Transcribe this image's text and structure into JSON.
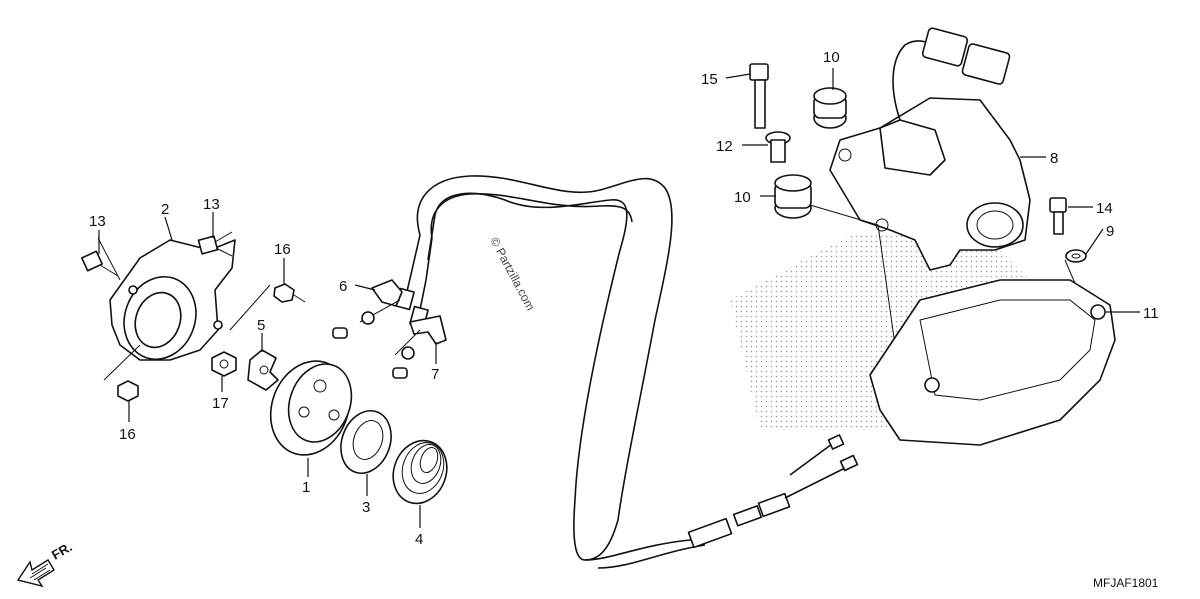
{
  "watermark": "© Partzilla.com",
  "diagram_code": "MFJAF1801",
  "front_arrow_label": "FR.",
  "icons": [
    "front-direction-arrow-icon"
  ],
  "callouts": [
    {
      "id": "c1",
      "label": "1"
    },
    {
      "id": "c2",
      "label": "2"
    },
    {
      "id": "c3",
      "label": "3"
    },
    {
      "id": "c4",
      "label": "4"
    },
    {
      "id": "c5",
      "label": "5"
    },
    {
      "id": "c6",
      "label": "6"
    },
    {
      "id": "c7",
      "label": "7"
    },
    {
      "id": "c8",
      "label": "8"
    },
    {
      "id": "c9",
      "label": "9"
    },
    {
      "id": "c10a",
      "label": "10"
    },
    {
      "id": "c10b",
      "label": "10"
    },
    {
      "id": "c11",
      "label": "11"
    },
    {
      "id": "c12",
      "label": "12"
    },
    {
      "id": "c13a",
      "label": "13"
    },
    {
      "id": "c13b",
      "label": "13"
    },
    {
      "id": "c14",
      "label": "14"
    },
    {
      "id": "c15",
      "label": "15"
    },
    {
      "id": "c16a",
      "label": "16"
    },
    {
      "id": "c16b",
      "label": "16"
    },
    {
      "id": "c17",
      "label": "17"
    }
  ]
}
